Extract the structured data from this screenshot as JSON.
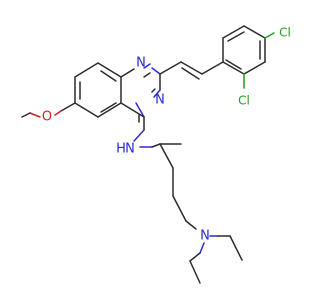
{
  "molecule": {
    "atoms": {
      "n1": "N",
      "n3": "N",
      "nh": "N",
      "h": "H",
      "oxygen": "O",
      "amine_n": "N",
      "cl_para": "Cl",
      "cl_ortho": "Cl"
    },
    "colors": {
      "carbon": "#2b2b2b",
      "nitrogen": "#2a2ad6",
      "oxygen": "#d42020",
      "chlorine": "#1f9e1f"
    }
  }
}
